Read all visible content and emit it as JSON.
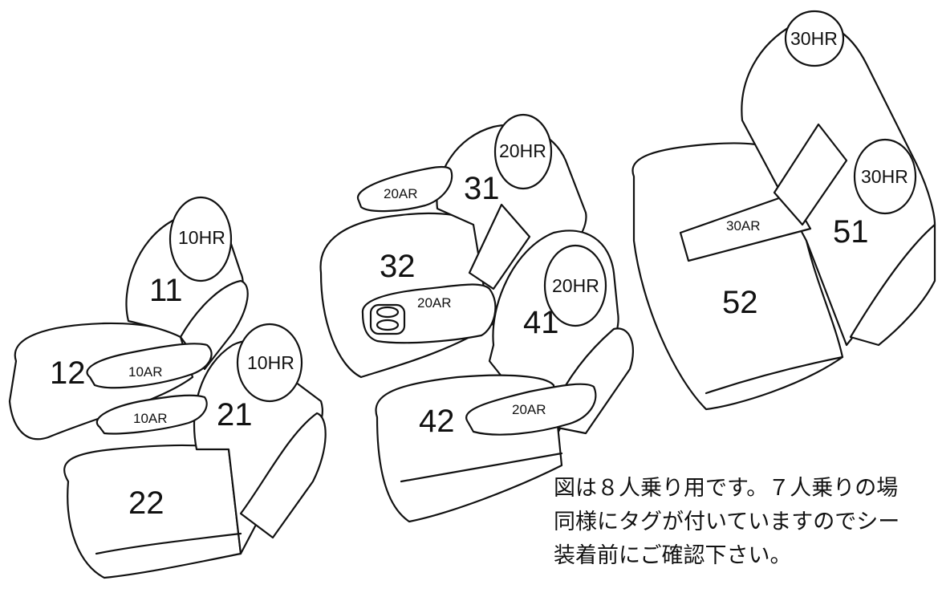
{
  "labels": {
    "s11": "11",
    "s12": "12",
    "s21": "21",
    "s22": "22",
    "s31": "31",
    "s32": "32",
    "s41": "41",
    "s42": "42",
    "s51": "51",
    "s52": "52"
  },
  "tags": {
    "hr10_a": "10HR",
    "hr10_b": "10HR",
    "ar10_a": "10AR",
    "ar10_b": "10AR",
    "hr20_a": "20HR",
    "hr20_b": "20HR",
    "ar20_a": "20AR",
    "ar20_b": "20AR",
    "ar20_c": "20AR",
    "hr30_a": "30HR",
    "hr30_b": "30HR",
    "ar30": "30AR"
  },
  "note": {
    "line1": "図は８人乗り用です。７人乗りの場",
    "line2": "同様にタグが付いていますのでシー",
    "line3": "装着前にご確認下さい。"
  }
}
